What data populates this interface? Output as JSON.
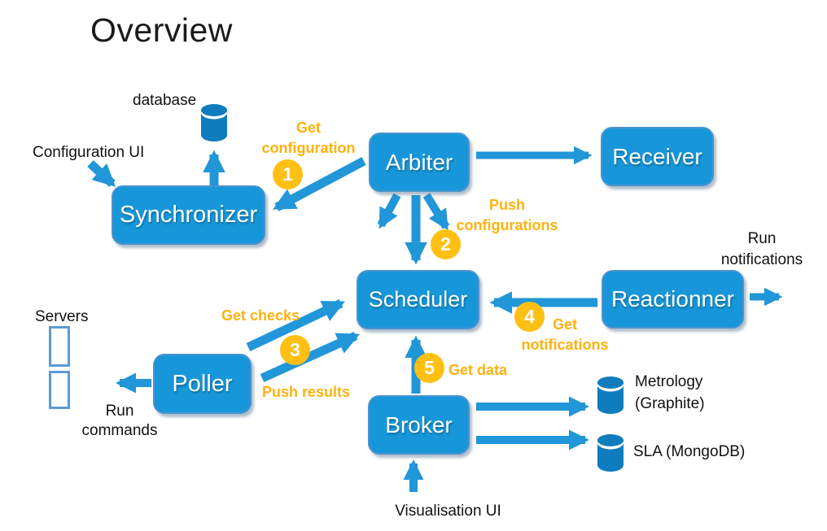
{
  "title": "Overview",
  "nodes": {
    "synchronizer": {
      "label": "Synchronizer"
    },
    "arbiter": {
      "label": "Arbiter"
    },
    "receiver": {
      "label": "Receiver"
    },
    "scheduler": {
      "label": "Scheduler"
    },
    "reactionner": {
      "label": "Reactionner"
    },
    "poller": {
      "label": "Poller"
    },
    "broker": {
      "label": "Broker"
    }
  },
  "datastores": {
    "database": {
      "label": "database"
    },
    "metrology": {
      "line1": "Metrology",
      "line2": "(Graphite)"
    },
    "sla": {
      "label": "SLA (MongoDB)"
    }
  },
  "externals": {
    "configuration_ui": "Configuration UI",
    "visualisation_ui": "Visualisation UI",
    "servers": "Servers",
    "run_commands": {
      "line1": "Run",
      "line2": "commands"
    },
    "run_notifications": {
      "line1": "Run",
      "line2": "notifications"
    }
  },
  "flow_labels": {
    "get_configuration": {
      "line1": "Get",
      "line2": "configuration",
      "badge": "1"
    },
    "push_configurations": {
      "line1": "Push",
      "line2": "configurations",
      "badge": "2"
    },
    "get_checks": {
      "text": "Get checks"
    },
    "push_results": {
      "text": "Push results",
      "badge": "3"
    },
    "get_notifications": {
      "line1": "Get",
      "line2": "notifications",
      "badge": "4"
    },
    "get_data": {
      "text": "Get data",
      "badge": "5"
    }
  },
  "colors": {
    "node_fill": "#1797d9",
    "node_border": "#4a93cf",
    "arrow": "#2196d8",
    "cylinder_body": "#0f7cbe",
    "badge": "#ffc013",
    "flow_label_text": "#ffb10e",
    "server_icon_border": "#5b9bd5",
    "text": "#111111",
    "background": "#ffffff"
  }
}
